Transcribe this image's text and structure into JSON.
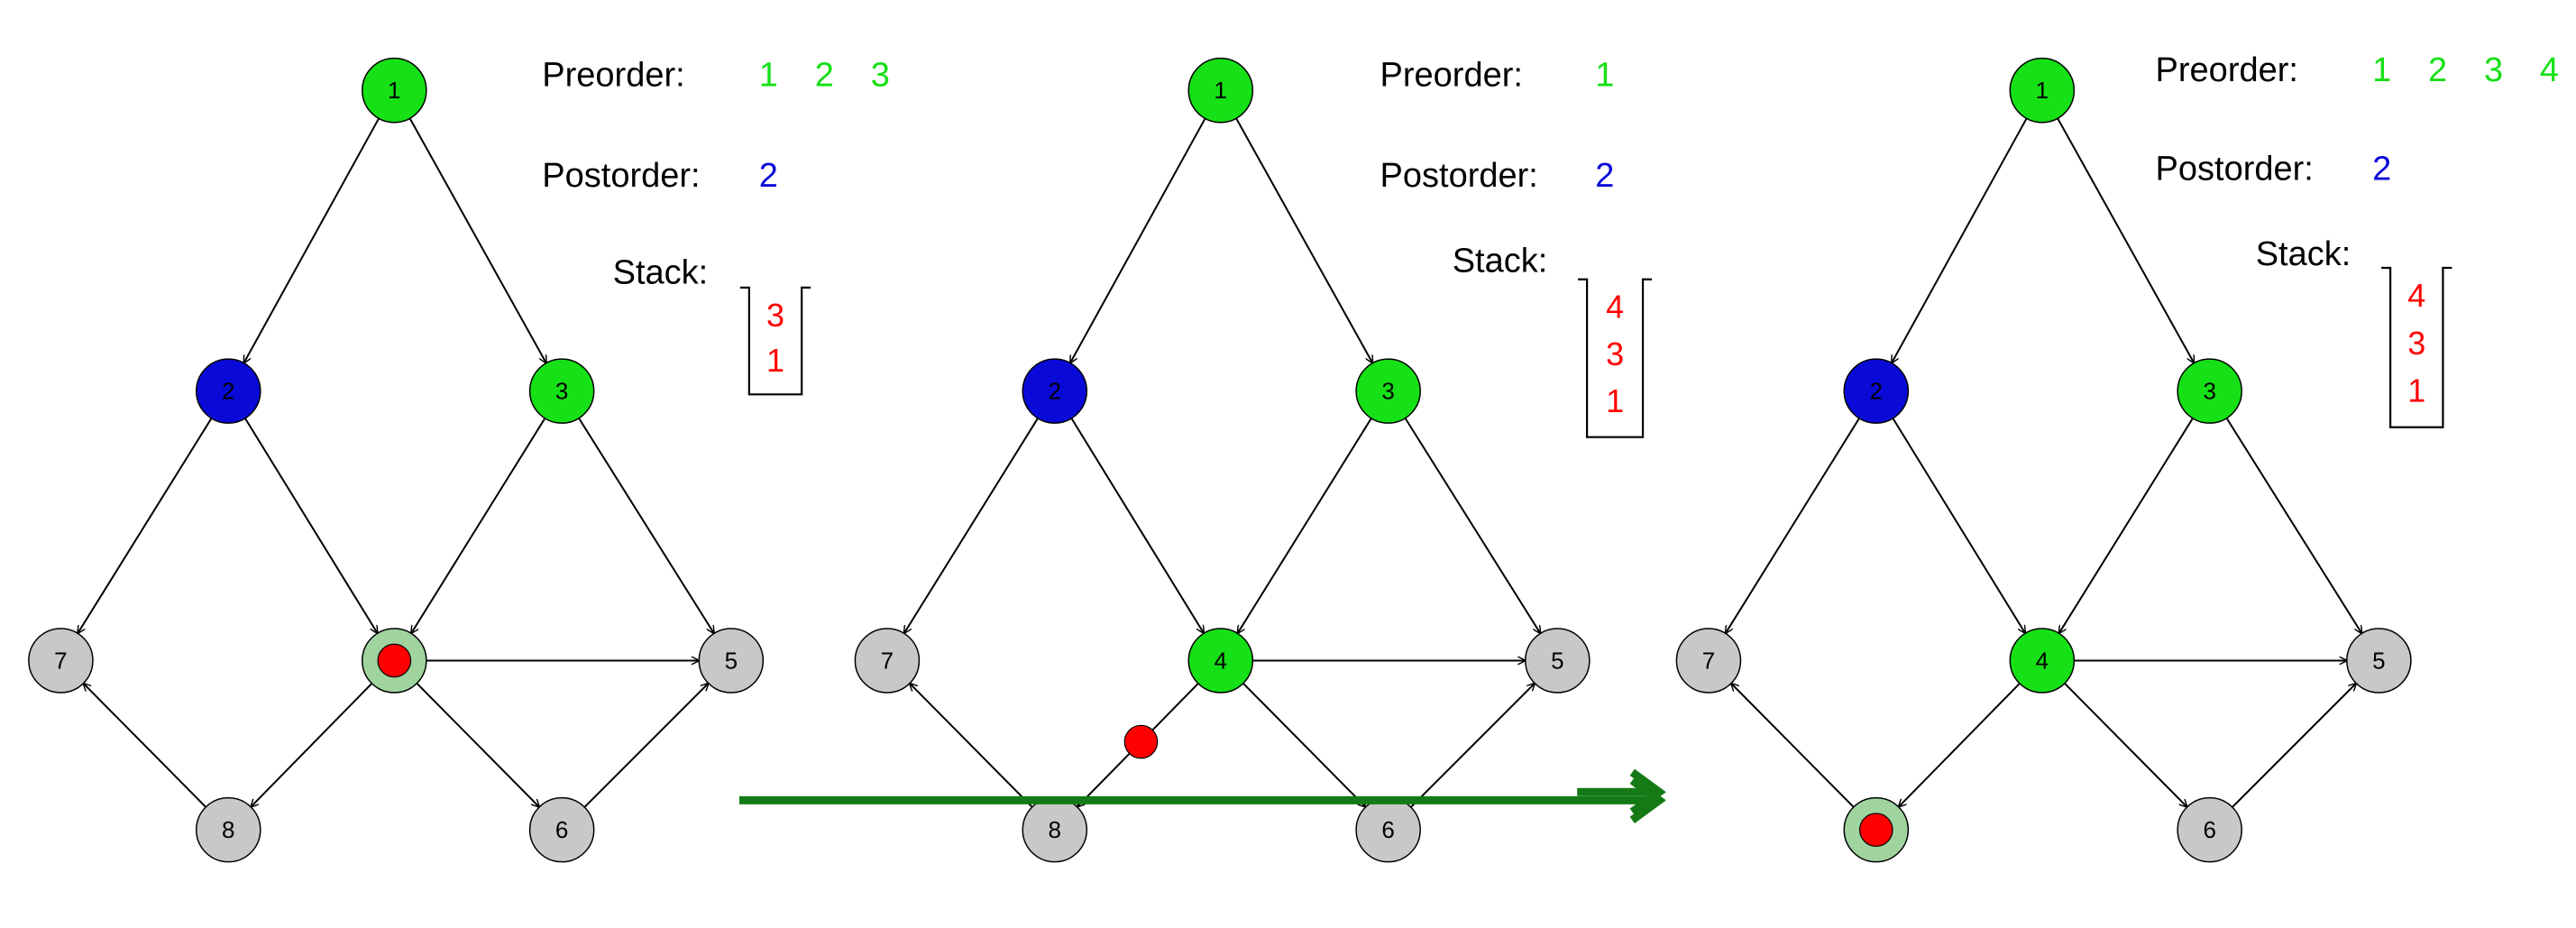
{
  "colors": {
    "visited": "#16e016",
    "finished": "#0a0ad8",
    "unvisited": "#c8c8c8",
    "current_ring": "#9fd49f",
    "marker": "#ff0000",
    "edge": "#000000",
    "label_text": "#000000",
    "stack_text": "#ff0000",
    "arrow": "#157a15"
  },
  "panels": [
    {
      "preorder_label": "Preorder:",
      "preorder": [
        "1",
        "2",
        "3"
      ],
      "postorder_label": "Postorder:",
      "postorder": [
        "2"
      ],
      "stack_label": "Stack:",
      "stack": [
        "3",
        "1"
      ],
      "nodes": [
        {
          "id": "1",
          "state": "visited",
          "label": "1"
        },
        {
          "id": "2",
          "state": "finished",
          "label": "2"
        },
        {
          "id": "3",
          "state": "visited",
          "label": "3"
        },
        {
          "id": "4",
          "state": "current",
          "label": ""
        },
        {
          "id": "5",
          "state": "unvisited",
          "label": "5"
        },
        {
          "id": "6",
          "state": "unvisited",
          "label": "6"
        },
        {
          "id": "7",
          "state": "unvisited",
          "label": "7"
        },
        {
          "id": "8",
          "state": "unvisited",
          "label": "8"
        }
      ],
      "edge_marker": null
    },
    {
      "preorder_label": "Preorder:",
      "preorder": [
        "1"
      ],
      "postorder_label": "Postorder:",
      "postorder": [
        "2"
      ],
      "stack_label": "Stack:",
      "stack": [
        "4",
        "3",
        "1"
      ],
      "nodes": [
        {
          "id": "1",
          "state": "visited",
          "label": "1"
        },
        {
          "id": "2",
          "state": "finished",
          "label": "2"
        },
        {
          "id": "3",
          "state": "visited",
          "label": "3"
        },
        {
          "id": "4",
          "state": "visited",
          "label": "4"
        },
        {
          "id": "5",
          "state": "unvisited",
          "label": "5"
        },
        {
          "id": "6",
          "state": "unvisited",
          "label": "6"
        },
        {
          "id": "7",
          "state": "unvisited",
          "label": "7"
        },
        {
          "id": "8",
          "state": "unvisited",
          "label": "8"
        }
      ],
      "edge_marker": {
        "from": "4",
        "to": "8"
      }
    },
    {
      "preorder_label": "Preorder:",
      "preorder": [
        "1",
        "2",
        "3",
        "4"
      ],
      "postorder_label": "Postorder:",
      "postorder": [
        "2"
      ],
      "stack_label": "Stack:",
      "stack": [
        "4",
        "3",
        "1"
      ],
      "nodes": [
        {
          "id": "1",
          "state": "visited",
          "label": "1"
        },
        {
          "id": "2",
          "state": "finished",
          "label": "2"
        },
        {
          "id": "3",
          "state": "visited",
          "label": "3"
        },
        {
          "id": "4",
          "state": "visited",
          "label": "4"
        },
        {
          "id": "5",
          "state": "unvisited",
          "label": "5"
        },
        {
          "id": "6",
          "state": "unvisited",
          "label": "6"
        },
        {
          "id": "7",
          "state": "unvisited",
          "label": "7"
        },
        {
          "id": "8",
          "state": "current",
          "label": ""
        }
      ],
      "edge_marker": null
    }
  ],
  "edges": [
    {
      "from": "1",
      "to": "2"
    },
    {
      "from": "1",
      "to": "3"
    },
    {
      "from": "2",
      "to": "4"
    },
    {
      "from": "2",
      "to": "7"
    },
    {
      "from": "3",
      "to": "4"
    },
    {
      "from": "3",
      "to": "5"
    },
    {
      "from": "4",
      "to": "5"
    },
    {
      "from": "4",
      "to": "6"
    },
    {
      "from": "4",
      "to": "8"
    },
    {
      "from": "6",
      "to": "5"
    },
    {
      "from": "8",
      "to": "7"
    }
  ]
}
